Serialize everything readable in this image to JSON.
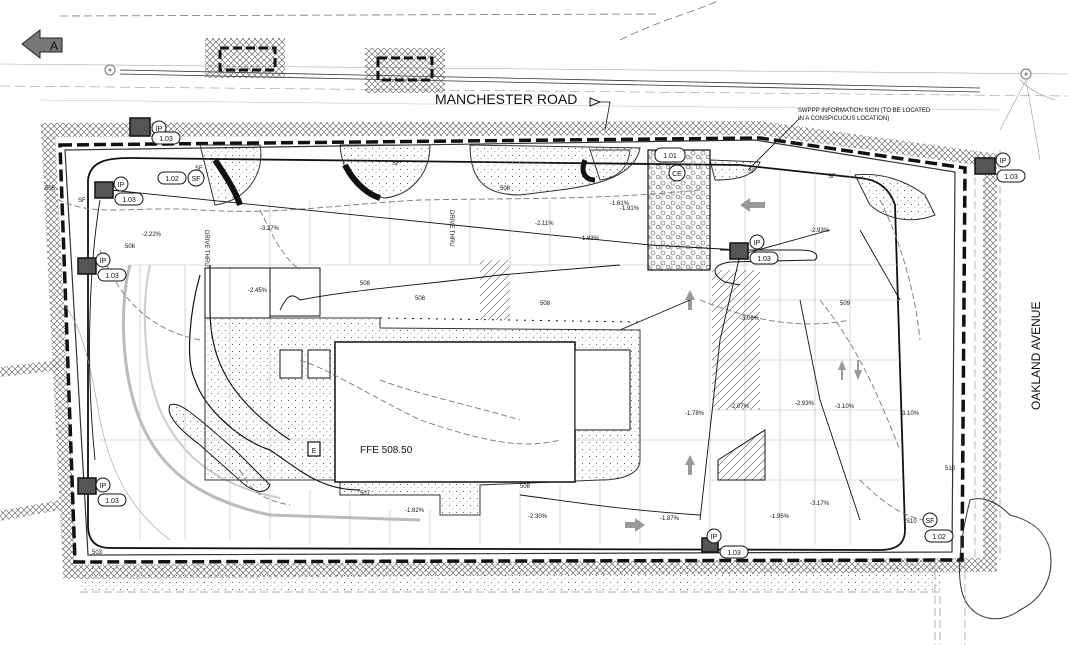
{
  "plan": {
    "section_marker": "A",
    "road_north": "MANCHESTER ROAD",
    "road_east": "OAKLAND AVENUE",
    "swppp_note_line1": "SWPPP INFORMATION SIGN (TO BE LOCATED",
    "swppp_note_line2": "IN A CONSPICUOUS LOCATION)",
    "ffe": "FFE 508.50",
    "drive_thru": "DRIVE THRU",
    "ce_label": "CE",
    "e_label": "E",
    "sf": "SF",
    "ip": "IP",
    "s10": "S10",
    "tags": {
      "t101": "1.01",
      "t102": "1.02",
      "t103": "1.03"
    },
    "contours": {
      "c503": "503",
      "c505": "505",
      "c506": "506",
      "c507": "507",
      "c508": "508",
      "c509": "509",
      "c510": "510"
    },
    "slopes": {
      "s1": "-2.22%",
      "s2": "-3.27%",
      "s3": "-2.11%",
      "s4": "-1.61%",
      "s5": "-2.45%",
      "s6": "-1.83%",
      "s7": "-1.91%",
      "s8": "-3.06%",
      "s9": "-2.93%",
      "s10": "-2.93%",
      "s11": "-3.10%",
      "s12": "-3.17%",
      "s13": "-1.78%",
      "s14": "-1.95%",
      "s15": "-2.07%",
      "s16": "-1.87%",
      "s17": "-1.82%",
      "s18": "-3.10%",
      "s19": "-2.30%"
    }
  }
}
